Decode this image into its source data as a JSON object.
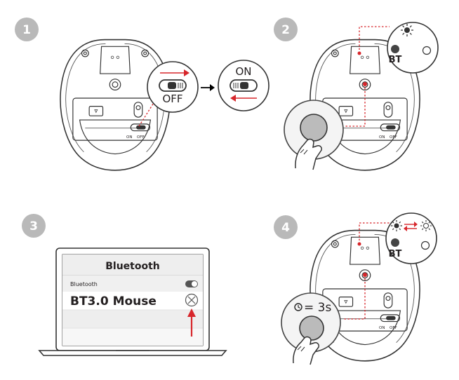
{
  "steps": {
    "one": {
      "number": "1"
    },
    "two": {
      "number": "2",
      "bt_label": "BT"
    },
    "three": {
      "number": "3",
      "window_title": "Bluetooth",
      "section_label": "Bluetooth",
      "device_name": "BT3.0 Mouse"
    },
    "four": {
      "number": "4",
      "bt_label": "BT",
      "hold_time": "= 3s"
    }
  },
  "switch": {
    "on_label": "ON",
    "off_label": "OFF",
    "on_small": "ON",
    "off_small": "OFF"
  },
  "icons": {
    "number_badge": "grey-circle-badge",
    "arrow": "right-arrow-icon",
    "led_on": "led-sun-icon",
    "led_blinking": "led-blinking-cycle-icon",
    "timer": "clock-icon",
    "close": "close-circle-icon",
    "toggle": "toggle-switch-icon"
  },
  "colors": {
    "accent": "#d7262b",
    "badge": "#b9b9b9",
    "outline": "#333333"
  }
}
